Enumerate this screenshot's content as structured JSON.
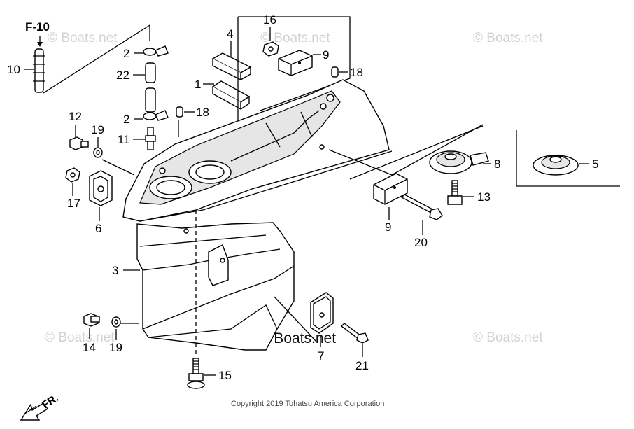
{
  "diagram": {
    "ref_label": "F-10",
    "callouts": [
      {
        "id": "c10",
        "text": "10"
      },
      {
        "id": "c2a",
        "text": "2"
      },
      {
        "id": "c22",
        "text": "22"
      },
      {
        "id": "c2b",
        "text": "2"
      },
      {
        "id": "c11",
        "text": "11"
      },
      {
        "id": "c18a",
        "text": "18"
      },
      {
        "id": "c4",
        "text": "4"
      },
      {
        "id": "c1",
        "text": "1"
      },
      {
        "id": "c16",
        "text": "16"
      },
      {
        "id": "c9a",
        "text": "9"
      },
      {
        "id": "c18b",
        "text": "18"
      },
      {
        "id": "c12",
        "text": "12"
      },
      {
        "id": "c19a",
        "text": "19"
      },
      {
        "id": "c17",
        "text": "17"
      },
      {
        "id": "c6",
        "text": "6"
      },
      {
        "id": "c8",
        "text": "8"
      },
      {
        "id": "c5",
        "text": "5"
      },
      {
        "id": "c13",
        "text": "13"
      },
      {
        "id": "c9b",
        "text": "9"
      },
      {
        "id": "c20",
        "text": "20"
      },
      {
        "id": "c3",
        "text": "3"
      },
      {
        "id": "c14",
        "text": "14"
      },
      {
        "id": "c19b",
        "text": "19"
      },
      {
        "id": "c7",
        "text": "7"
      },
      {
        "id": "c21",
        "text": "21"
      },
      {
        "id": "c15",
        "text": "15"
      }
    ],
    "direction_label": "FR.",
    "watermark": "© Boats.net",
    "watermark_main": "© Boats.net",
    "copyright": "Copyright 2019 Tohatsu America Corporation"
  }
}
